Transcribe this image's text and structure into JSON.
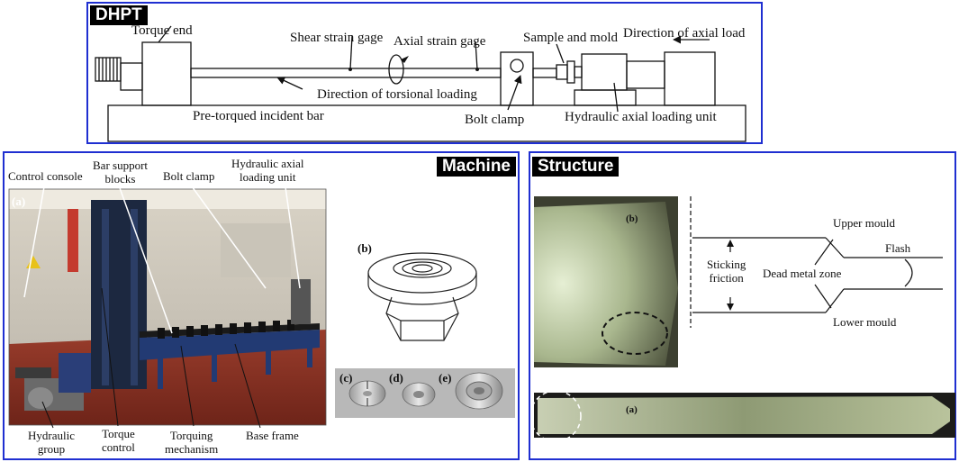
{
  "top": {
    "tag": "DHPT",
    "labels": {
      "torque_end": "Torque end",
      "shear_gage": "Shear strain gage",
      "axial_gage": "Axial strain gage",
      "sample_mold": "Sample and mold",
      "axial_load_dir": "Direction of axial load",
      "torsional_dir": "Direction of torsional loading",
      "incident_bar": "Pre-torqued incident bar",
      "bolt_clamp": "Bolt clamp",
      "hydraulic_unit": "Hydraulic axial loading unit"
    }
  },
  "machine": {
    "tag": "Machine",
    "labels": {
      "control_console": "Control console",
      "bar_support": "Bar support\nblocks",
      "bolt_clamp": "Bolt clamp",
      "hydraulic_axial": "Hydraulic axial\nloading unit",
      "hydraulic_group": "Hydraulic\ngroup",
      "torque_control": "Torque\ncontrol",
      "torquing_mechanism": "Torquing\nmechanism",
      "base_frame": "Base frame",
      "photo_a": "(a)",
      "clamp_b": "(b)",
      "part_c": "(c)",
      "part_d": "(d)",
      "part_e": "(e)"
    }
  },
  "structure": {
    "tag": "Structure",
    "labels": {
      "micro_b": "(b)",
      "micro_a": "(a)",
      "upper_mould": "Upper mould",
      "lower_mould": "Lower mould",
      "flash": "Flash",
      "sticking": "Sticking\nfriction",
      "dead_metal": "Dead metal zone"
    }
  }
}
